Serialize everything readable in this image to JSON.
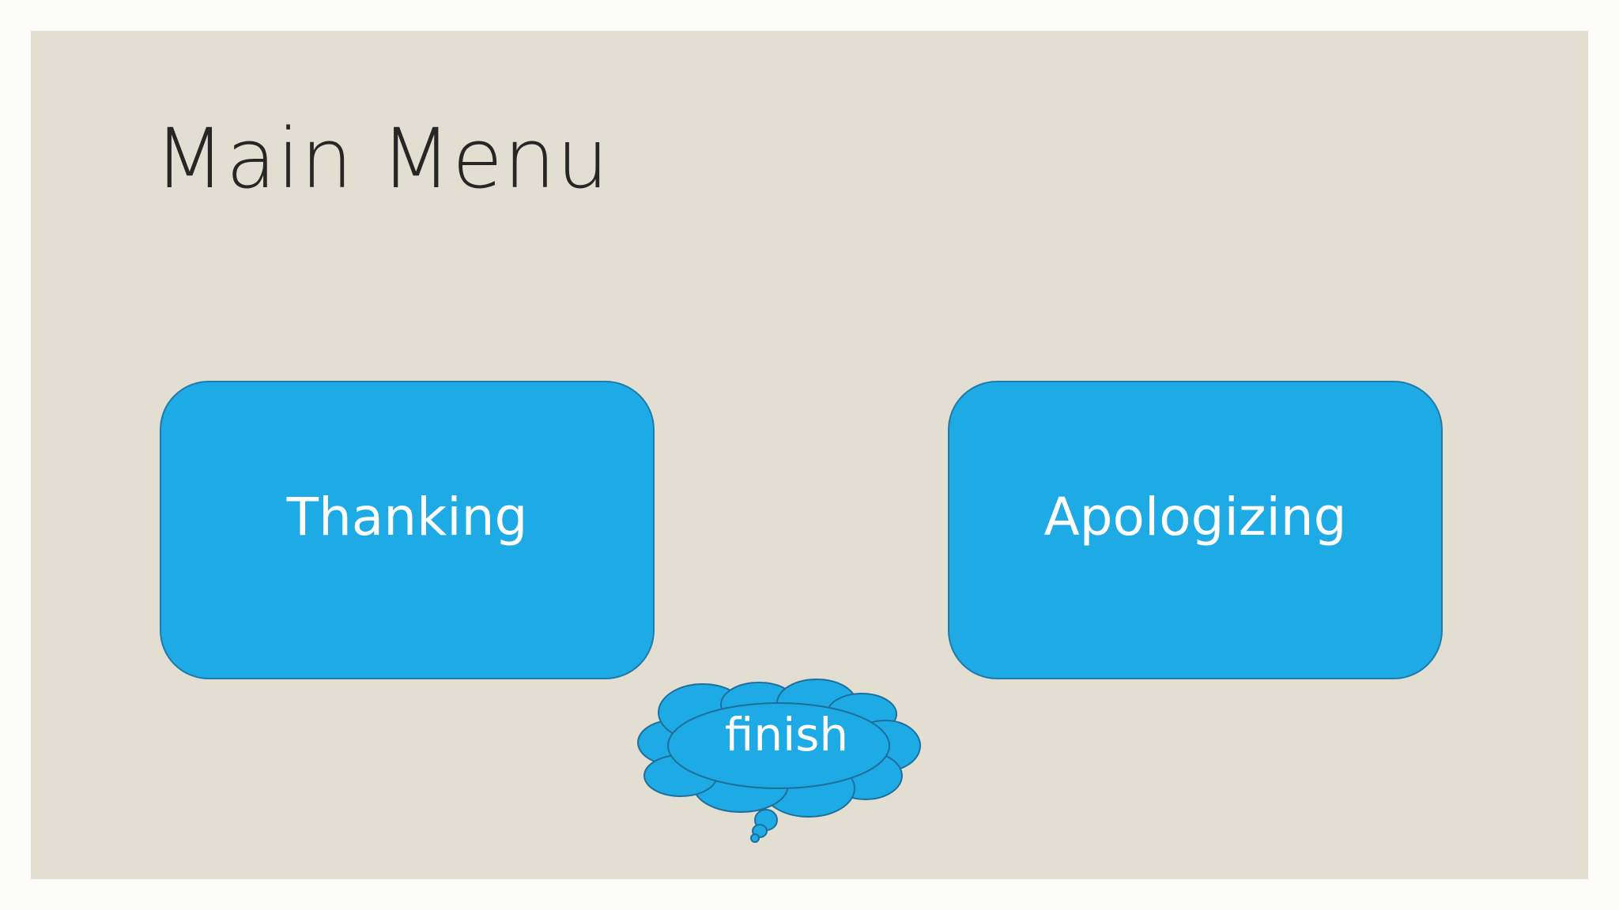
{
  "slide": {
    "title": "Main Menu",
    "background_color": "#e2ded1"
  },
  "buttons": [
    {
      "label": "Thanking",
      "color": "#1eaae4"
    },
    {
      "label": "Apologizing",
      "color": "#1eaae4"
    }
  ],
  "cloud_button": {
    "label": "finish",
    "icon": "thought-cloud-icon",
    "color": "#1eaae4"
  }
}
